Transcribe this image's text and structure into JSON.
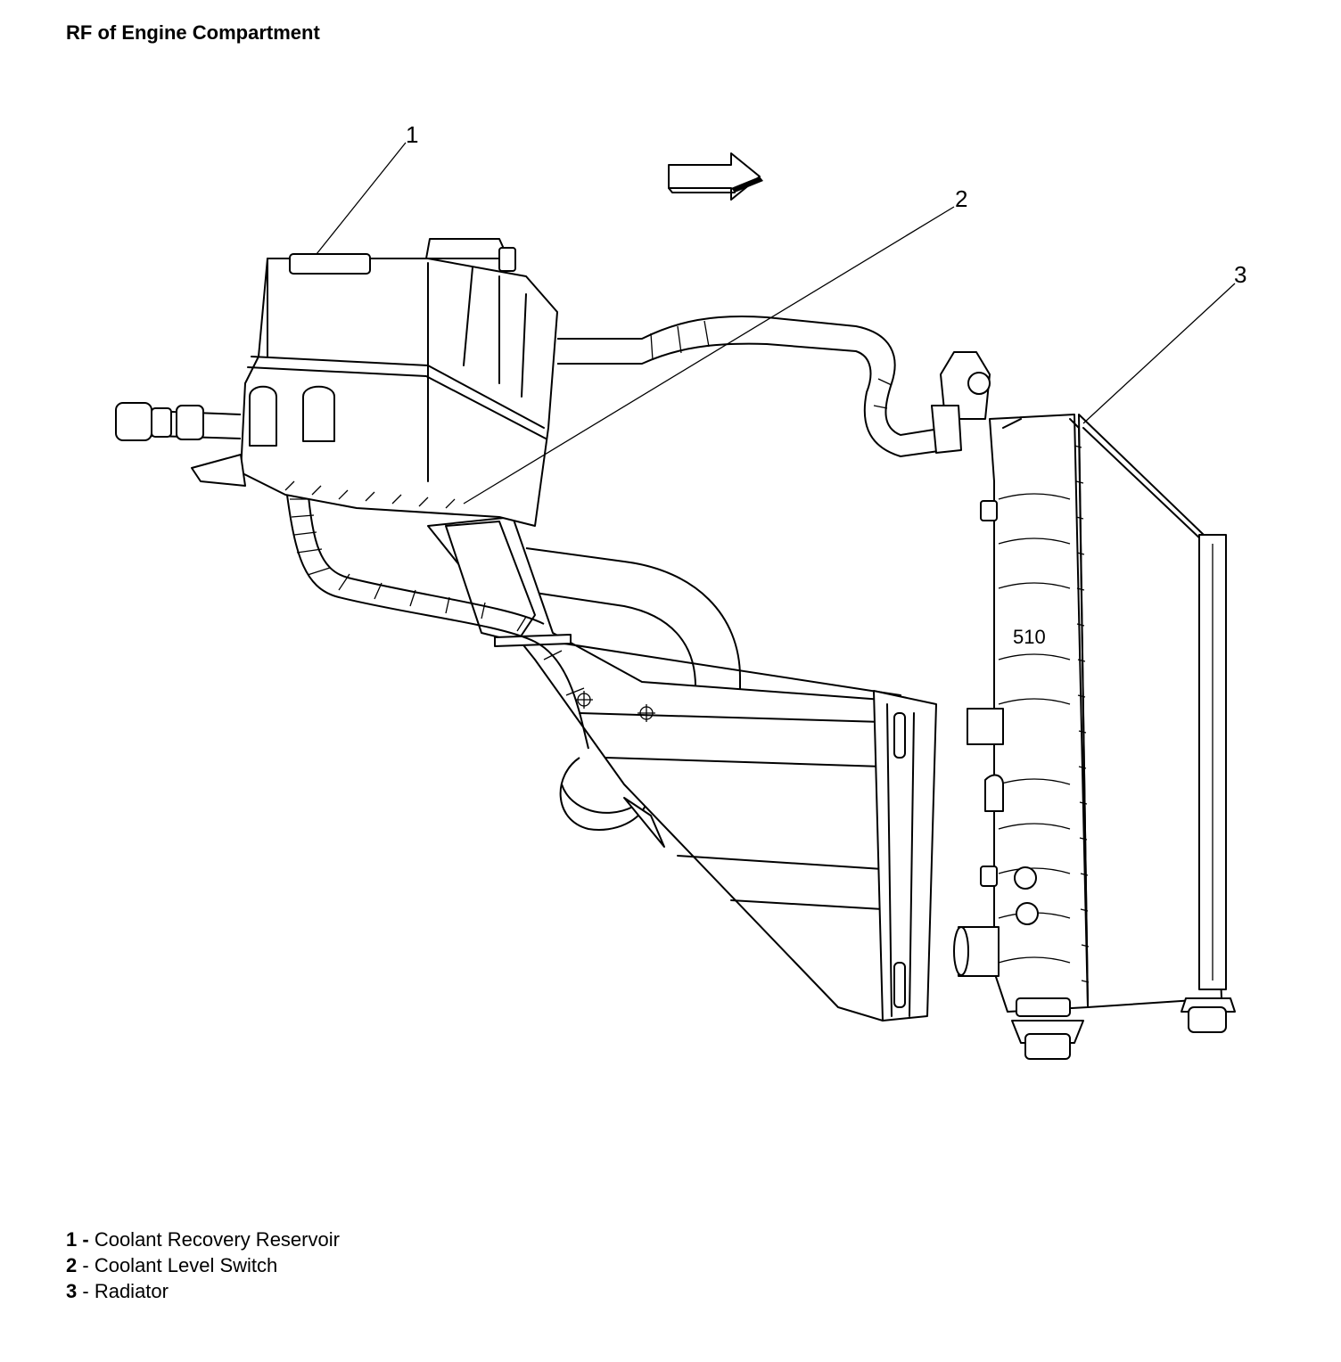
{
  "title": "RF of Engine Compartment",
  "callouts": [
    {
      "number": "1",
      "name": "Coolant Recovery Reservoir"
    },
    {
      "number": "2",
      "name": "Coolant Level Switch"
    },
    {
      "number": "3",
      "name": "Radiator"
    }
  ],
  "legend_separator": "-",
  "radiator_stamp": "510",
  "direction_arrow": "arrow-right-icon"
}
